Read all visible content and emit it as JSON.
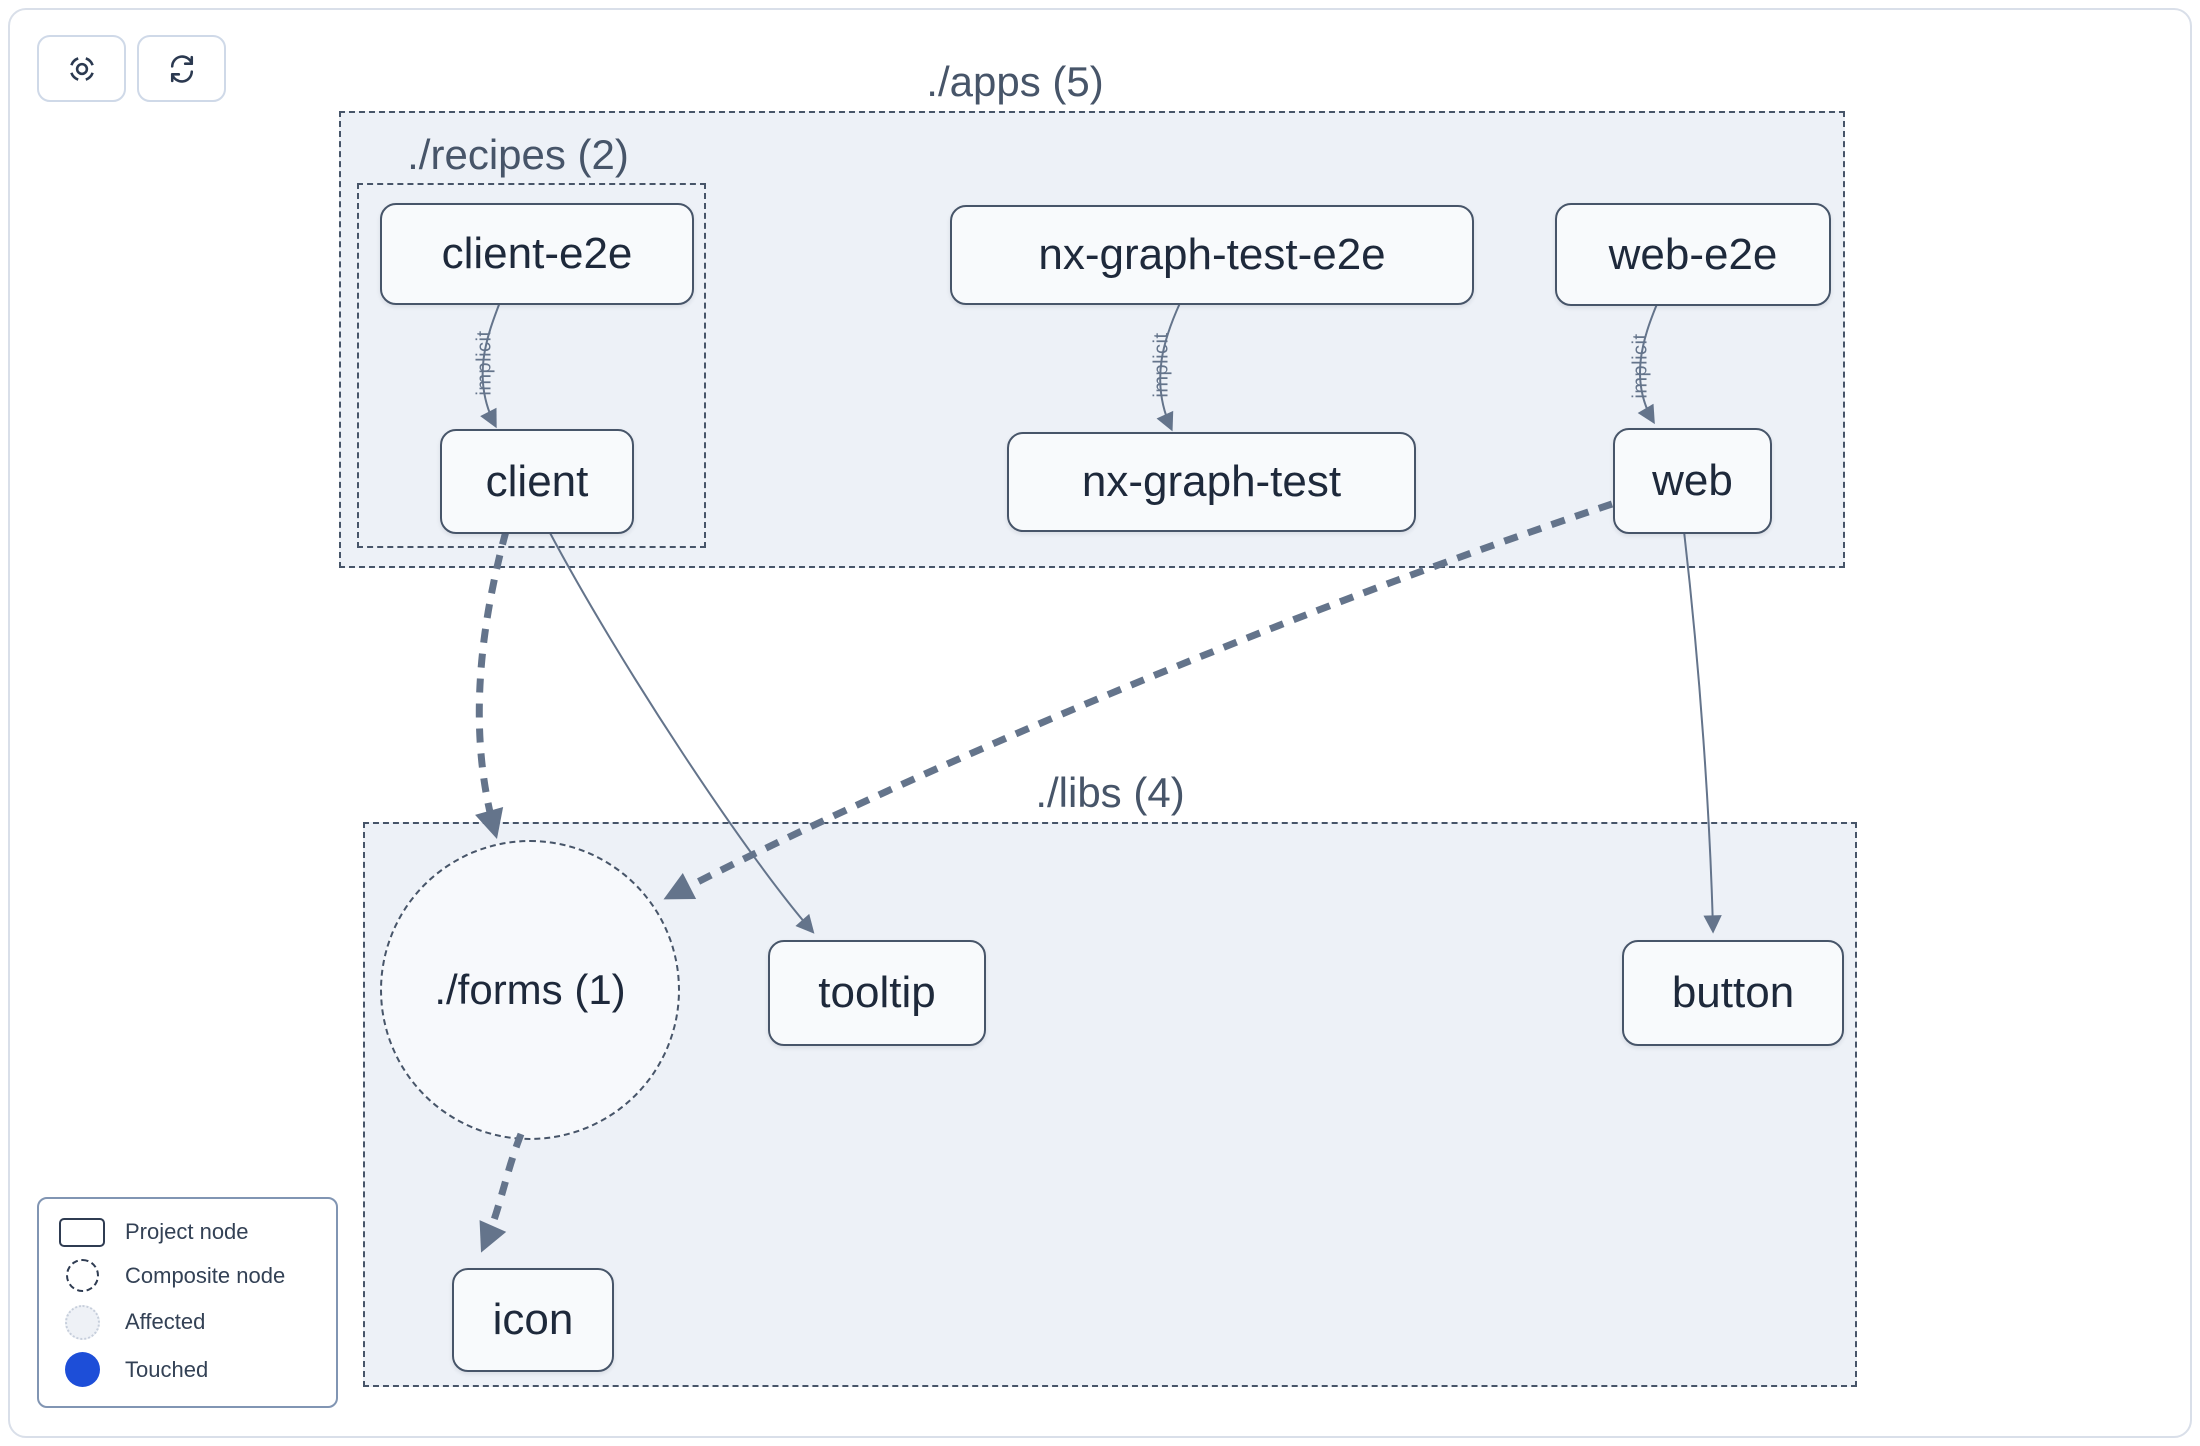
{
  "toolbar": {
    "focus_button": {
      "icon": "focus-icon",
      "title": "Center graph"
    },
    "refresh_button": {
      "icon": "refresh-icon",
      "title": "Refresh graph"
    }
  },
  "graph": {
    "containers": [
      {
        "label": "./apps (5)"
      },
      {
        "label": "./recipes (2)"
      },
      {
        "label": "./libs (4)"
      }
    ],
    "composite_nodes": [
      {
        "label": "./forms (1)"
      }
    ],
    "nodes": [
      {
        "label": "client-e2e"
      },
      {
        "label": "nx-graph-test-e2e"
      },
      {
        "label": "web-e2e"
      },
      {
        "label": "client"
      },
      {
        "label": "nx-graph-test"
      },
      {
        "label": "web"
      },
      {
        "label": "tooltip"
      },
      {
        "label": "button"
      },
      {
        "label": "icon"
      }
    ],
    "edges": [
      {
        "from": "client-e2e",
        "to": "client",
        "label": "implicit",
        "style": "thin-solid"
      },
      {
        "from": "nx-graph-test-e2e",
        "to": "nx-graph-test",
        "label": "implicit",
        "style": "thin-solid"
      },
      {
        "from": "web-e2e",
        "to": "web",
        "label": "implicit",
        "style": "thin-solid"
      },
      {
        "from": "client",
        "to": "./forms (1)",
        "style": "thick-dashed"
      },
      {
        "from": "client",
        "to": "tooltip",
        "style": "thin-solid"
      },
      {
        "from": "web",
        "to": "./forms (1)",
        "style": "thick-dashed"
      },
      {
        "from": "web",
        "to": "button",
        "style": "thin-solid"
      },
      {
        "from": "./forms (1)",
        "to": "icon",
        "style": "thick-dashed"
      }
    ]
  },
  "legend": {
    "items": [
      {
        "symbol": "project-node-rect",
        "label": "Project node"
      },
      {
        "symbol": "composite-node-circle",
        "label": "Composite node"
      },
      {
        "symbol": "affected-circle",
        "label": "Affected"
      },
      {
        "symbol": "touched-circle",
        "label": "Touched",
        "color": "#1d4ed8"
      }
    ]
  },
  "colors": {
    "container_fill": "#edf1f7",
    "node_fill": "#f8fafc",
    "dashed_border": "#475569",
    "edge": "#64748b",
    "node_text": "#1e293b",
    "touched_blue": "#1d4ed8"
  }
}
